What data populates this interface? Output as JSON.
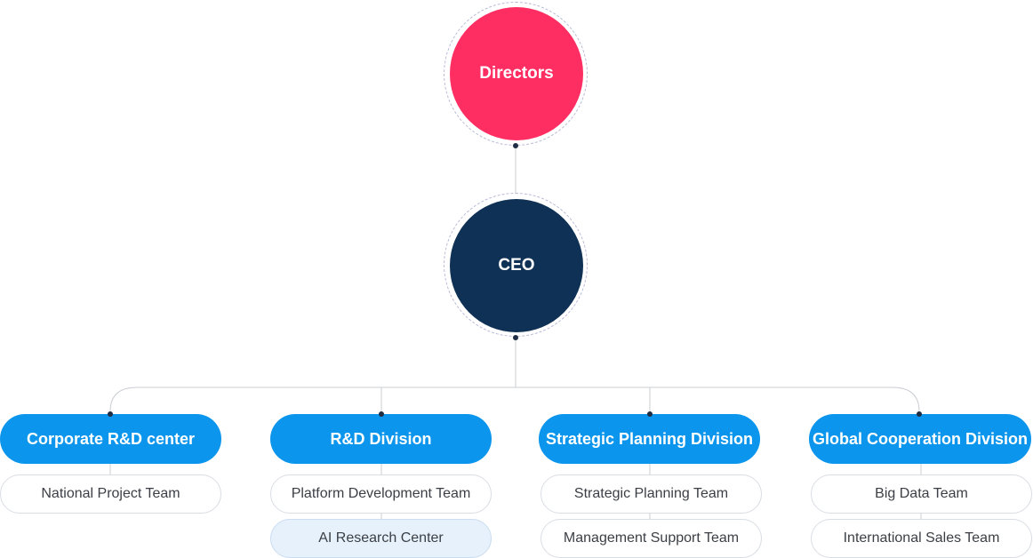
{
  "top": {
    "directors_label": "Directors",
    "ceo_label": "CEO"
  },
  "divisions": [
    {
      "label": "Corporate R&D center",
      "teams": [
        {
          "label": "National Project Team",
          "highlight": false
        }
      ]
    },
    {
      "label": "R&D Division",
      "teams": [
        {
          "label": "Platform Development Team",
          "highlight": false
        },
        {
          "label": "AI Research Center",
          "highlight": true
        }
      ]
    },
    {
      "label": "Strategic Planning Division",
      "teams": [
        {
          "label": "Strategic Planning Team",
          "highlight": false
        },
        {
          "label": "Management Support Team",
          "highlight": false
        }
      ]
    },
    {
      "label": "Global Cooperation Division",
      "teams": [
        {
          "label": "Big Data Team",
          "highlight": false
        },
        {
          "label": "International Sales Team",
          "highlight": false
        }
      ]
    }
  ],
  "colors": {
    "directors": "#fe2e63",
    "ceo": "#0f3155",
    "division": "#0c95ec",
    "team_highlight_bg": "#e7f1fb",
    "connector": "#c9ccd2"
  }
}
